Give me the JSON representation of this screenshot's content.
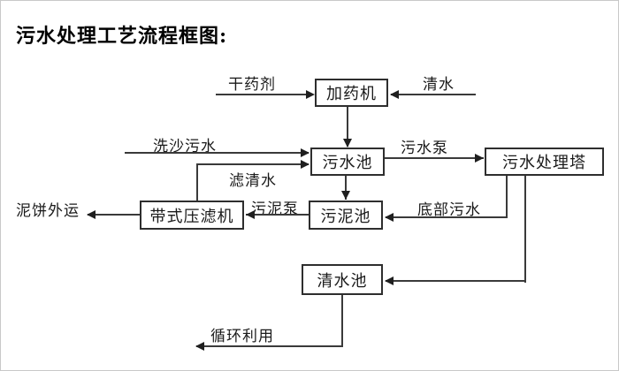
{
  "title": "污水处理工艺流程框图:",
  "diagram": {
    "line_color": "#3a3a3a",
    "boxes": {
      "dosing_machine": "加药机",
      "sewage_pool": "污水池",
      "treatment_tower": "污水处理塔",
      "belt_filter_press": "带式压滤机",
      "sludge_pool": "污泥池",
      "clean_water_pool": "清水池"
    },
    "flow_labels": {
      "dry_chemical": "干药剂",
      "clean_water": "清水",
      "sand_washing_sewage": "洗沙污水",
      "filtered_water": "滤清水",
      "sewage_pump": "污水泵",
      "bottom_sewage": "底部污水",
      "sludge_pump": "污泥泵",
      "mud_cake_outbound": "泥饼外运",
      "recycling": "循环利用"
    }
  }
}
